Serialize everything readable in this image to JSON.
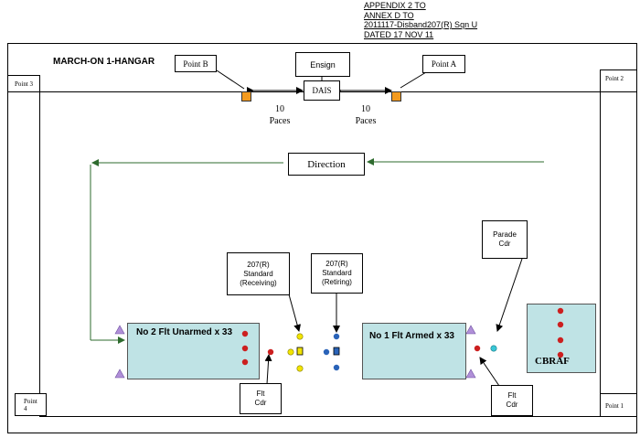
{
  "header": {
    "line1": "APPENDIX 2 TO",
    "line2": "ANNEX D TO",
    "line3": "2011117-Disband207(R) Sqn U",
    "line4": "DATED 17 NOV 11"
  },
  "title": "MARCH-ON 1-HANGAR",
  "points": {
    "p1": "Point 1",
    "p2": "Point 2",
    "p3": "Point 3",
    "p4a": "Point",
    "p4b": "4",
    "pa": "Point A",
    "pb": "Point B"
  },
  "labels": {
    "ensign": "Ensign",
    "dais": "DAIS",
    "paces_left_num": "10",
    "paces_left_word": "Paces",
    "paces_right_num": "10",
    "paces_right_word": "Paces",
    "direction": "Direction",
    "std_receiving_1": "207(R)",
    "std_receiving_2": "Standard",
    "std_receiving_3": "(Receiving)",
    "std_retiring_1": "207(R)",
    "std_retiring_2": "Standard",
    "std_retiring_3": "(Retiring)",
    "parade_cdr_1": "Parade",
    "parade_cdr_2": "Cdr",
    "flt_cdr_left_1": "Flt",
    "flt_cdr_left_2": "Cdr",
    "flt_cdr_right_1": "Flt",
    "flt_cdr_right_2": "Cdr",
    "no2_flight": "No 2 Flt Unarmed x 33",
    "no1_flight": "No 1 Flt Armed x 33",
    "cbraf": "CBRAF"
  },
  "colors": {
    "arrow_green": "#2e6b2e",
    "flight_fill": "#bfe3e5",
    "marker_red": "#cc1f1f",
    "marker_yellow": "#f2e400",
    "marker_blue": "#2a63b8",
    "marker_cyan": "#39c6d6",
    "marker_orange": "#f39a1e",
    "marker_purple": "#b08fd8"
  }
}
